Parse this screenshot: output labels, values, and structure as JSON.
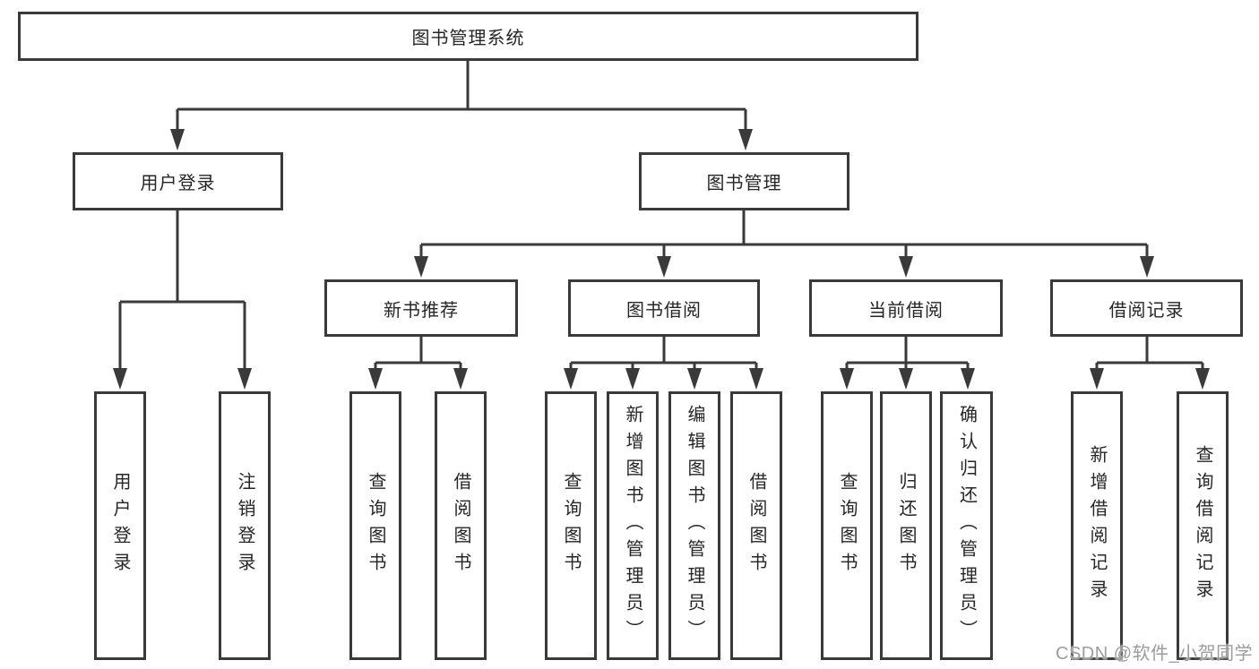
{
  "root": {
    "label": "图书管理系统"
  },
  "login": {
    "label": "用户登录",
    "children": [
      {
        "label": "用户登录"
      },
      {
        "label": "注销登录"
      }
    ]
  },
  "management": {
    "label": "图书管理",
    "sections": [
      {
        "label": "新书推荐",
        "children": [
          {
            "label": "查询图书"
          },
          {
            "label": "借阅图书"
          }
        ]
      },
      {
        "label": "图书借阅",
        "children": [
          {
            "label": "查询图书"
          },
          {
            "label": "新增图书（管理员）"
          },
          {
            "label": "编辑图书（管理员）"
          },
          {
            "label": "借阅图书"
          }
        ]
      },
      {
        "label": "当前借阅",
        "children": [
          {
            "label": "查询图书"
          },
          {
            "label": "归还图书"
          },
          {
            "label": "确认归还（管理员）"
          }
        ]
      },
      {
        "label": "借阅记录",
        "children": [
          {
            "label": "新增借阅记录"
          },
          {
            "label": "查询借阅记录"
          }
        ]
      }
    ]
  },
  "watermark": "CSDN @软件_小贺同学",
  "colors": {
    "line": "#3a3a3a",
    "border": "#3a3a3a",
    "text": "#262626",
    "watermark": "#9c9c9c",
    "background": "#ffffff"
  }
}
